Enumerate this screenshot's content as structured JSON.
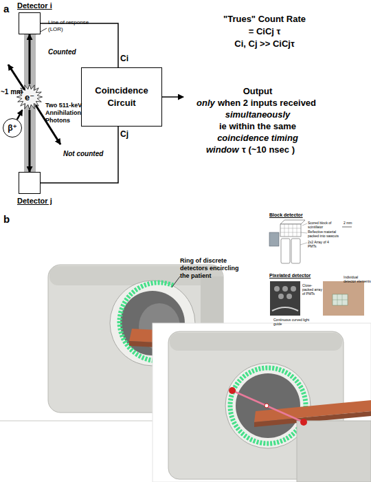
{
  "diagram": {
    "nodes": [
      {
        "text": [
          "Detector i"
        ]
      },
      {
        "text": [
          "Detector j"
        ]
      },
      {
        "text": [
          "Coincidence Circuit"
        ]
      },
      {
        "text": [
          "β⁺"
        ]
      },
      {
        "text": [
          "e⁻"
        ]
      }
    ],
    "edges": [
      {
        "from": 0,
        "to": 2,
        "label": "Ci",
        "arrow": "none"
      },
      {
        "from": 1,
        "to": 2,
        "label": "Cj",
        "arrow": "none"
      },
      {
        "from": 3,
        "to": 4,
        "arrow": "to"
      },
      {
        "from": 4,
        "to": 0,
        "arrow": "to"
      },
      {
        "from": 4,
        "to": 1,
        "arrow": "to"
      }
    ],
    "labels": [
      "a",
      "Line of response (LOR)",
      "~1 mm",
      "Counted",
      "Not counted",
      "Two 511-keV Annihilation Photons",
      "\"Trues\" Count Rate",
      "= CiCj τ",
      "Ci, Cj >> CiCjτ",
      "Output",
      "only",
      "when 2 inputs received",
      "simultaneously",
      "ie within the same",
      "coincidence timing",
      "window",
      "τ (~10 nsec )",
      "b",
      "Ring of discrete detectors encircling the patient",
      "Block detector",
      "Scored block of scintillator",
      "Reflective material packed into sawcuts",
      "2x2 Array of 4 PMTs",
      "2 mm",
      "Pixelated detector",
      "Close-packed array of PMTs",
      "Individual detector elements",
      "Continuous curved light guide"
    ]
  }
}
